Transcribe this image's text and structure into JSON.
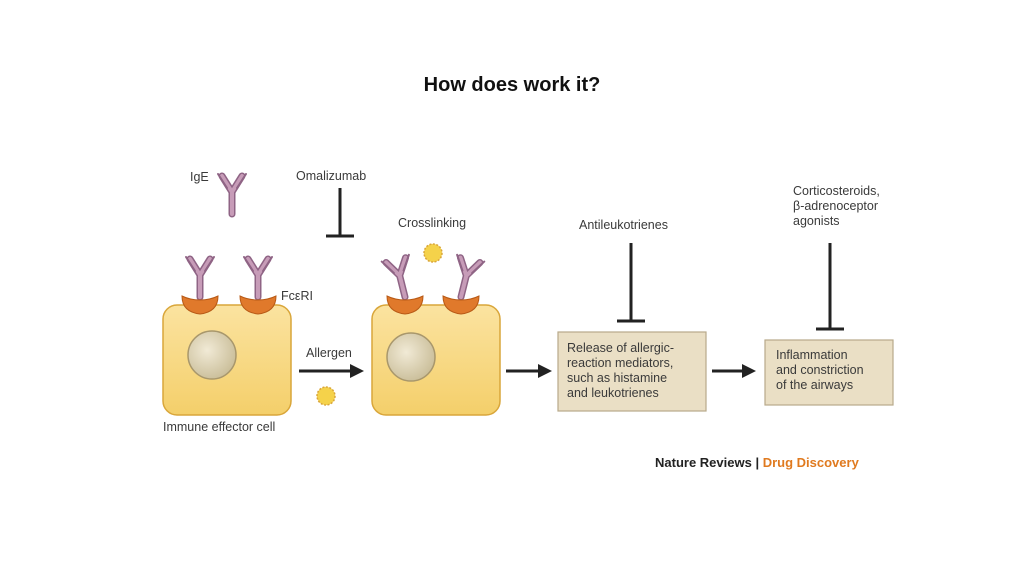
{
  "slide": {
    "title": "How does work it?"
  },
  "diagram": {
    "labels": {
      "ige": "IgE",
      "omalizumab": "Omalizumab",
      "fceri": "FcεRI",
      "allergen": "Allergen",
      "immune_cell": "Immune effector cell",
      "crosslinking": "Crosslinking",
      "antileukotrienes": "Antileukotrienes",
      "corticosteroids": [
        "Corticosteroids,",
        "β-adrenoceptor",
        "agonists"
      ]
    },
    "boxes": {
      "release": [
        "Release of allergic-",
        "reaction mediators,",
        "such as histamine",
        "and leukotrienes"
      ],
      "inflammation": [
        "Inflammation",
        "and constriction",
        "of the airways"
      ]
    },
    "credit": {
      "publisher": "Nature Reviews",
      "separator": " | ",
      "journal": "Drug Discovery"
    }
  },
  "colors": {
    "cell_fill": "#f7d67a",
    "cell_stroke": "#d9a63a",
    "nucleus_fill": "#dcd2b4",
    "antibody": "#b98aa8",
    "receptor": "#e0792b",
    "allergen": "#f5d24a",
    "box_fill": "#eadfc5",
    "box_stroke": "#b8a98a",
    "arrow": "#222222",
    "accent": "#e07a1f"
  }
}
